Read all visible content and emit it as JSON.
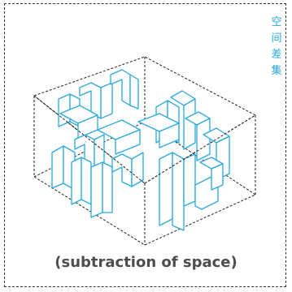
{
  "title_chars": [
    "空",
    "间",
    "差",
    "集"
  ],
  "caption": "(subtraction of space)",
  "colors": {
    "structure": "#29a9df",
    "box_outline": "#222222",
    "caption": "#4d4d4d",
    "frame": "#333333"
  },
  "icon": "subtraction-of-space-isometric-diagram"
}
